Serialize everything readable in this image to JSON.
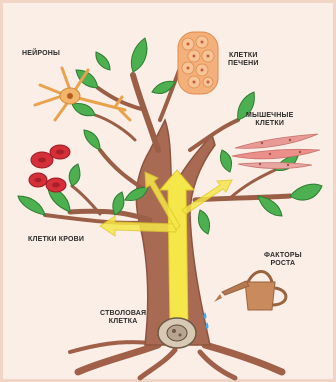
{
  "labels": {
    "neurons": "НЕЙРОНЫ",
    "liver_cells_1": "КЛЕТКИ",
    "liver_cells_2": "ПЕЧЕНИ",
    "muscle_cells_1": "МЫШЕЧНЫЕ",
    "muscle_cells_2": "КЛЕТКИ",
    "blood_cells": "КЛЕТКИ КРОВИ",
    "growth_factors_1": "ФАКТОРЫ",
    "growth_factors_2": "РОСТА",
    "stem_cell_1": "СТВОЛОВАЯ",
    "stem_cell_2": "КЛЕТКА"
  },
  "colors": {
    "background": "#fbeee6",
    "trunk": "#a86a52",
    "leaf": "#4caf50",
    "arrow": "#f5e64a",
    "neuron": "#f3b56a",
    "liver": "#f4b07a",
    "muscle": "#e79a96",
    "blood": "#d52f3a",
    "watering_can": "#c98a5e"
  },
  "icons": {
    "neuron": "neuron-cell-icon",
    "liver": "liver-cells-icon",
    "muscle": "muscle-cells-icon",
    "blood": "blood-cells-icon",
    "watering_can": "watering-can-icon",
    "stem_cell": "stem-cell-icon"
  }
}
